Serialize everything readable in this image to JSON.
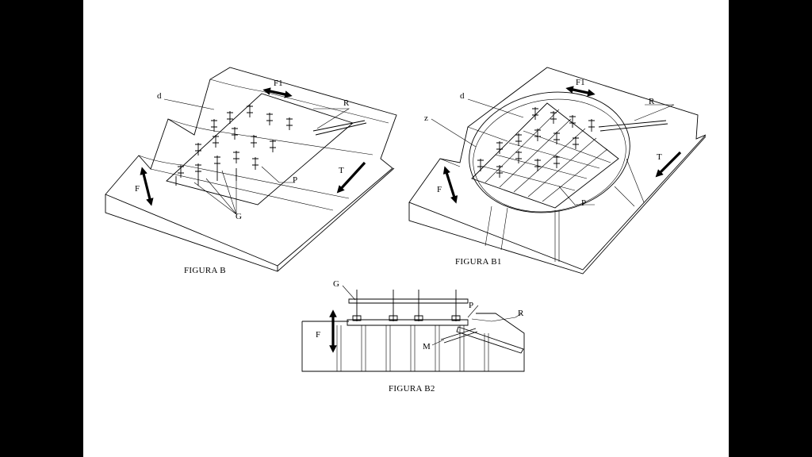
{
  "figures": [
    {
      "caption": "FIGURA B",
      "labels": {
        "f1": "F1",
        "d": "d",
        "r": "R",
        "t": "T",
        "f": "F",
        "p": "P",
        "g": "G"
      }
    },
    {
      "caption": "FIGURA B1",
      "labels": {
        "f1": "F1",
        "d": "d",
        "z": "z",
        "r": "R",
        "t": "T",
        "f": "F",
        "p": "P"
      }
    },
    {
      "caption": "FIGURA B2",
      "labels": {
        "g": "G",
        "p": "P",
        "r": "R",
        "f": "F",
        "m": "M"
      }
    }
  ],
  "colors": {
    "page_background": "#000000",
    "sheet": "#ffffff",
    "ink": "#000000"
  }
}
